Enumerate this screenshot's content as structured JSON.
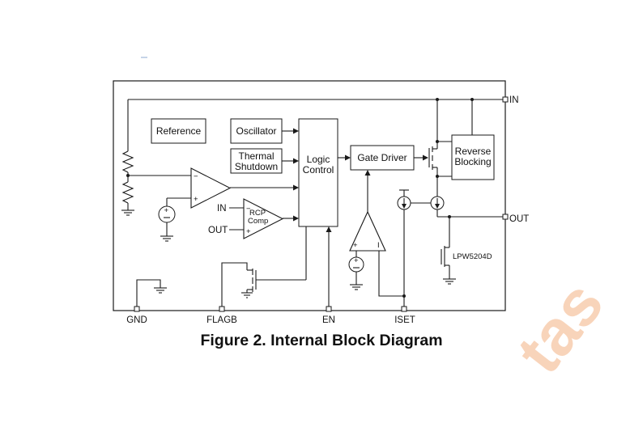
{
  "blocks": {
    "reference": "Reference",
    "oscillator": "Oscillator",
    "thermal_line1": "Thermal",
    "thermal_line2": "Shutdown",
    "logic_line1": "Logic",
    "logic_line2": "Control",
    "gate_driver": "Gate Driver",
    "reverse_line1": "Reverse",
    "reverse_line2": "Blocking",
    "rcp_line1": "RCP",
    "rcp_line2": "Comp"
  },
  "pins": {
    "in_right": "IN",
    "out_right": "OUT",
    "in_left": "IN",
    "out_left": "OUT",
    "gnd": "GND",
    "flagb": "FLAGB",
    "en": "EN",
    "iset": "ISET"
  },
  "labels": {
    "device": "LPW5204D"
  },
  "caption": "Figure 2. Internal Block Diagram",
  "watermark": "tas"
}
